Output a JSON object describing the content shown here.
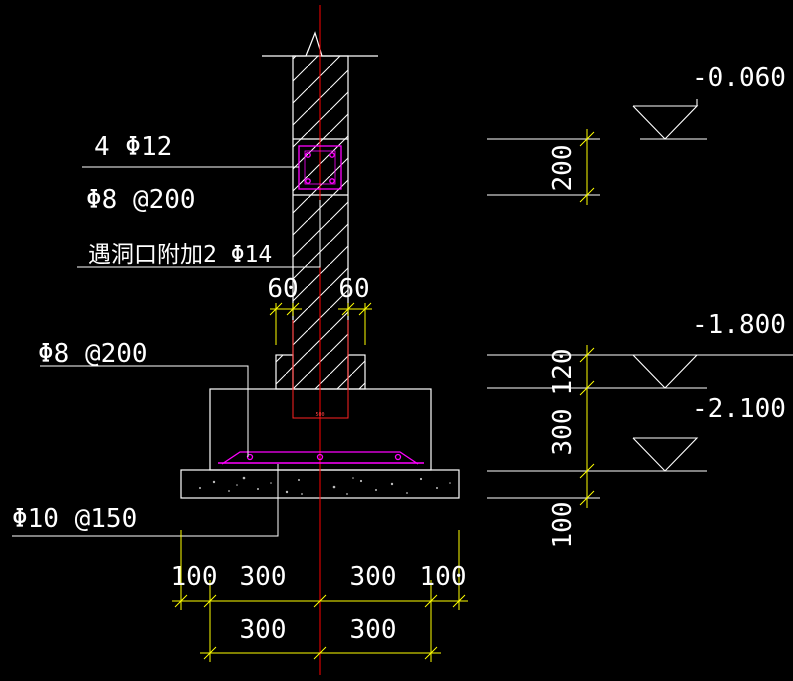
{
  "colors": {
    "background": "#000000",
    "lines": "#ffffff",
    "dimension": "#ffff00",
    "centerline": "#ff0000",
    "rebar_magenta": "#ff00ff"
  },
  "labels": {
    "main_bars": "4 Φ12",
    "stirrups_col": "Φ8 @200",
    "opening_note": "遇洞口附加2 Φ14",
    "stirrups_footing": "Φ8 @200",
    "bottom_mesh": "Φ10 @150",
    "small_tag": "500"
  },
  "elevations": {
    "top": "-0.060",
    "middle": "-1.800",
    "bottom": "-2.100"
  },
  "dimensions": {
    "v_200": "200",
    "v_120": "120",
    "v_300": "300",
    "v_100": "100",
    "wall_left": "60",
    "wall_right": "60",
    "row1": [
      "100",
      "300",
      "300",
      "100"
    ],
    "row2": [
      "300",
      "300"
    ]
  }
}
